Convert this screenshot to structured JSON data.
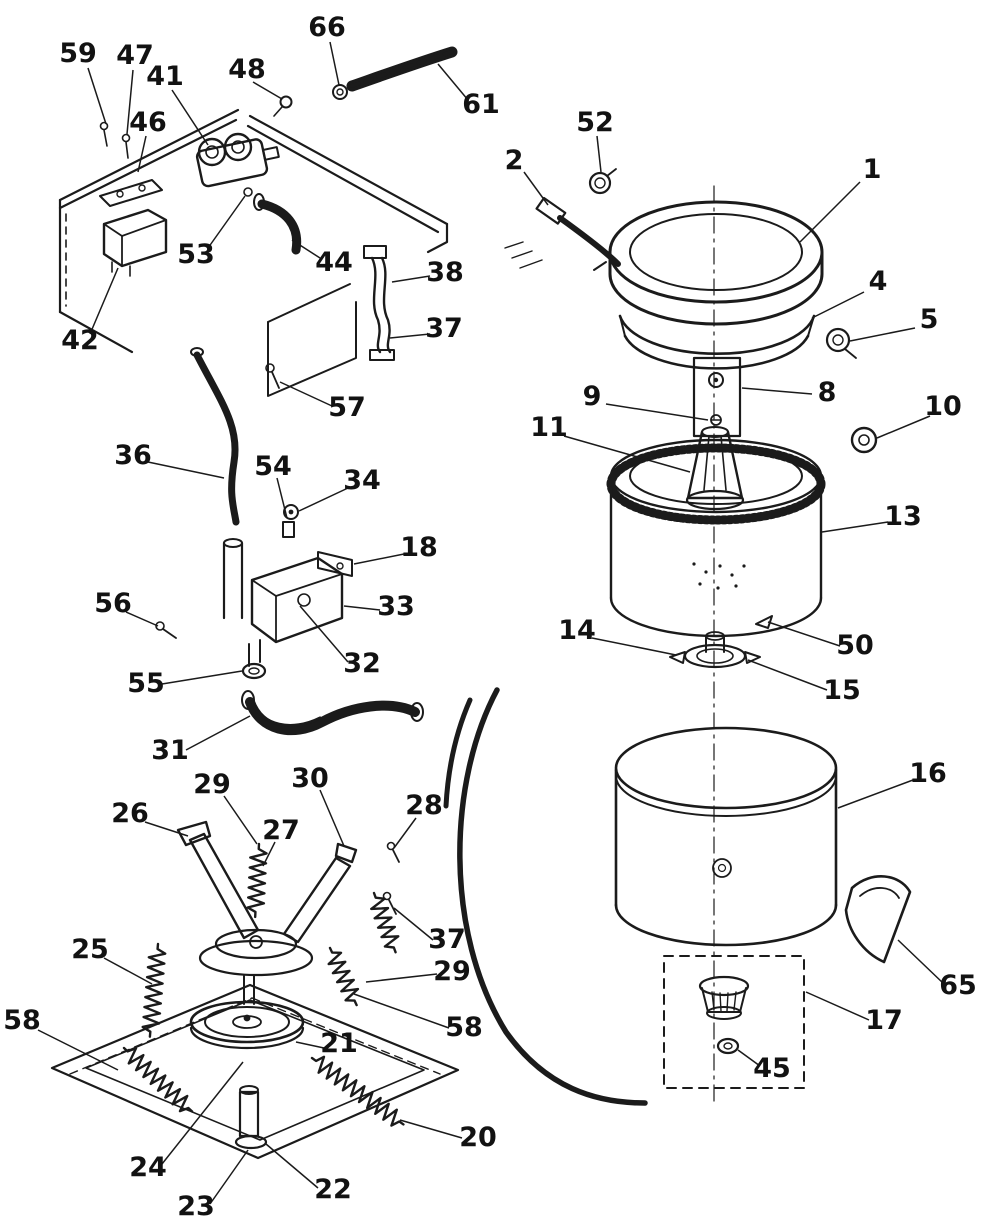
{
  "figure": {
    "kind": "exploded-parts-diagram",
    "subject": "washer tub, suspension and water-valve assembly",
    "ink_color": "#1b1b1b",
    "paper_color": "#ffffff"
  },
  "callouts": {
    "c59": "59",
    "c47": "47",
    "c41": "41",
    "c48": "48",
    "c66": "66",
    "c61": "61",
    "c46": "46",
    "c52": "52",
    "c2": "2",
    "c1": "1",
    "c53": "53",
    "c44": "44",
    "c38": "38",
    "c4": "4",
    "c5": "5",
    "c42": "42",
    "c37a": "37",
    "c8": "8",
    "c9": "9",
    "c57": "57",
    "c10": "10",
    "c11": "11",
    "c36": "36",
    "c54": "54",
    "c34": "34",
    "c13": "13",
    "c18": "18",
    "c33": "33",
    "c56": "56",
    "c14": "14",
    "c50": "50",
    "c32": "32",
    "c55": "55",
    "c15": "15",
    "c31": "31",
    "c29a": "29",
    "c30": "30",
    "c28": "28",
    "c16": "16",
    "c26": "26",
    "c27": "27",
    "c37b": "37",
    "c25": "25",
    "c29b": "29",
    "c65": "65",
    "c58a": "58",
    "c58b": "58",
    "c17": "17",
    "c21": "21",
    "c45": "45",
    "c20": "20",
    "c24": "24",
    "c22": "22",
    "c23": "23"
  }
}
